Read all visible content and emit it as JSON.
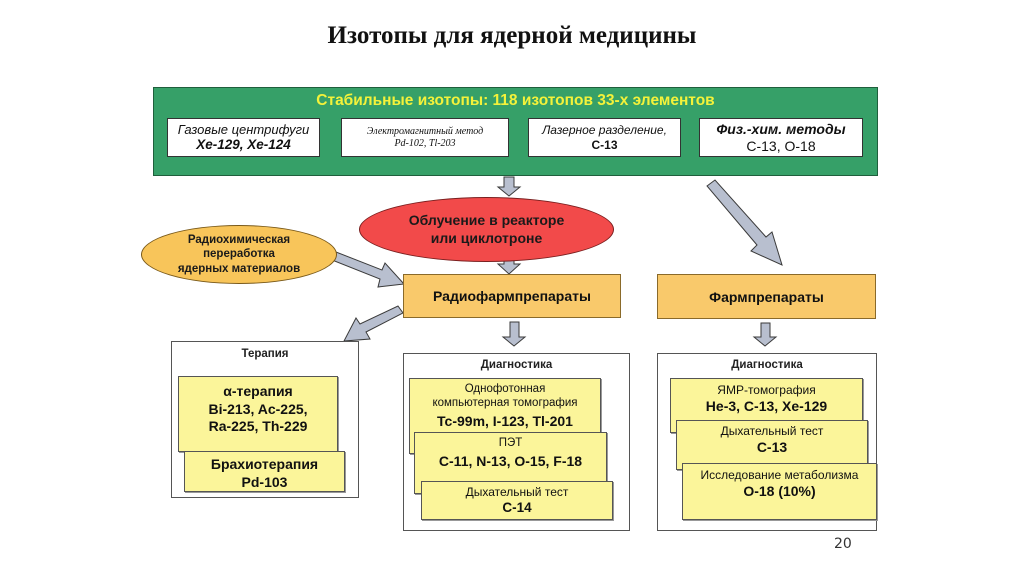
{
  "title": "Изотопы для ядерной медицины",
  "stable": {
    "header": "Стабильные изотопы: 118 изотопов 33-х элементов",
    "methods": [
      {
        "line1": "Газовые центрифуги",
        "line2": "Xe-129, Xe-124"
      },
      {
        "line1": "Электромагнитный метод",
        "line2": "Pd-102, Tl-203"
      },
      {
        "line1": "Лазерное разделение,",
        "line2": "C-13"
      },
      {
        "line1": "Физ.-хим. методы",
        "line2": "C-13, O-18"
      }
    ]
  },
  "irradiation": {
    "line1": "Облучение в реакторе",
    "line2": "или циклотроне"
  },
  "radiochem": {
    "line1": "Радиохимическая",
    "line2": "переработка",
    "line3": "ядерных материалов"
  },
  "radiopharma": "Радиофармпрепараты",
  "pharma": "Фармпрепараты",
  "therapy": {
    "header": "Терапия",
    "cards": [
      {
        "line1": "α-терапия",
        "line2": "Bi-213, Ac-225,",
        "line3": "Ra-225, Th-229"
      },
      {
        "line1": "Брахиотерапия",
        "line2": "Pd-103"
      }
    ]
  },
  "diagnostics_radio": {
    "header": "Диагностика",
    "cards": [
      {
        "line1": "Однофотонная",
        "line2": "компьютерная томография",
        "line3": "Tc-99m, I-123, Tl-201"
      },
      {
        "line1": "ПЭТ",
        "line2": "C-11, N-13, O-15, F-18"
      },
      {
        "line1": "Дыхательный тест",
        "line2": "C-14"
      }
    ]
  },
  "diagnostics_pharma": {
    "header": "Диагностика",
    "cards": [
      {
        "line1": "ЯМР-томография",
        "line2": "He-3, C-13, Xe-129"
      },
      {
        "line1": "Дыхательный тест",
        "line2": "C-13"
      },
      {
        "line1": "Исследование метаболизма",
        "line2": "O-18 (10%)"
      }
    ]
  },
  "colors": {
    "stable_bg": "#36a068",
    "stable_header": "#f4f23a",
    "irradiation": "#f24a4a",
    "orange": "#f9c96b",
    "card_yellow": "#fbf59a",
    "arrow": "#b8bfcf"
  },
  "page_number": "20"
}
